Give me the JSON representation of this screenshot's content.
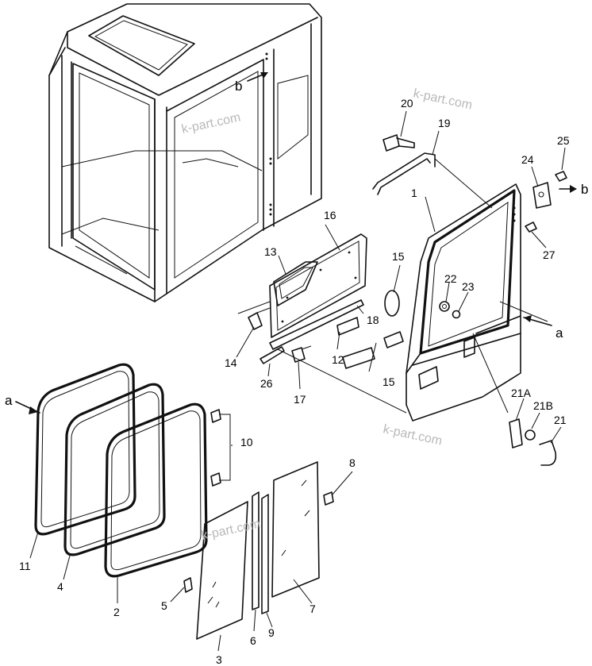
{
  "watermark": "k-part.com",
  "callouts": {
    "c1": "1",
    "c2": "2",
    "c3": "3",
    "c4": "4",
    "c5": "5",
    "c6": "6",
    "c7": "7",
    "c8": "8",
    "c9": "9",
    "c10": "10",
    "c11": "11",
    "c12": "12",
    "c13": "13",
    "c14": "14",
    "c15a": "15",
    "c15b": "15",
    "c16": "16",
    "c17": "17",
    "c18": "18",
    "c19": "19",
    "c20": "20",
    "c21": "21",
    "c21a": "21A",
    "c21b": "21B",
    "c22": "22",
    "c23": "23",
    "c24": "24",
    "c25": "25",
    "c26": "26",
    "c27": "27"
  },
  "refs": {
    "a_left": "a",
    "a_right": "a",
    "b_cab": "b",
    "b_right": "b"
  }
}
